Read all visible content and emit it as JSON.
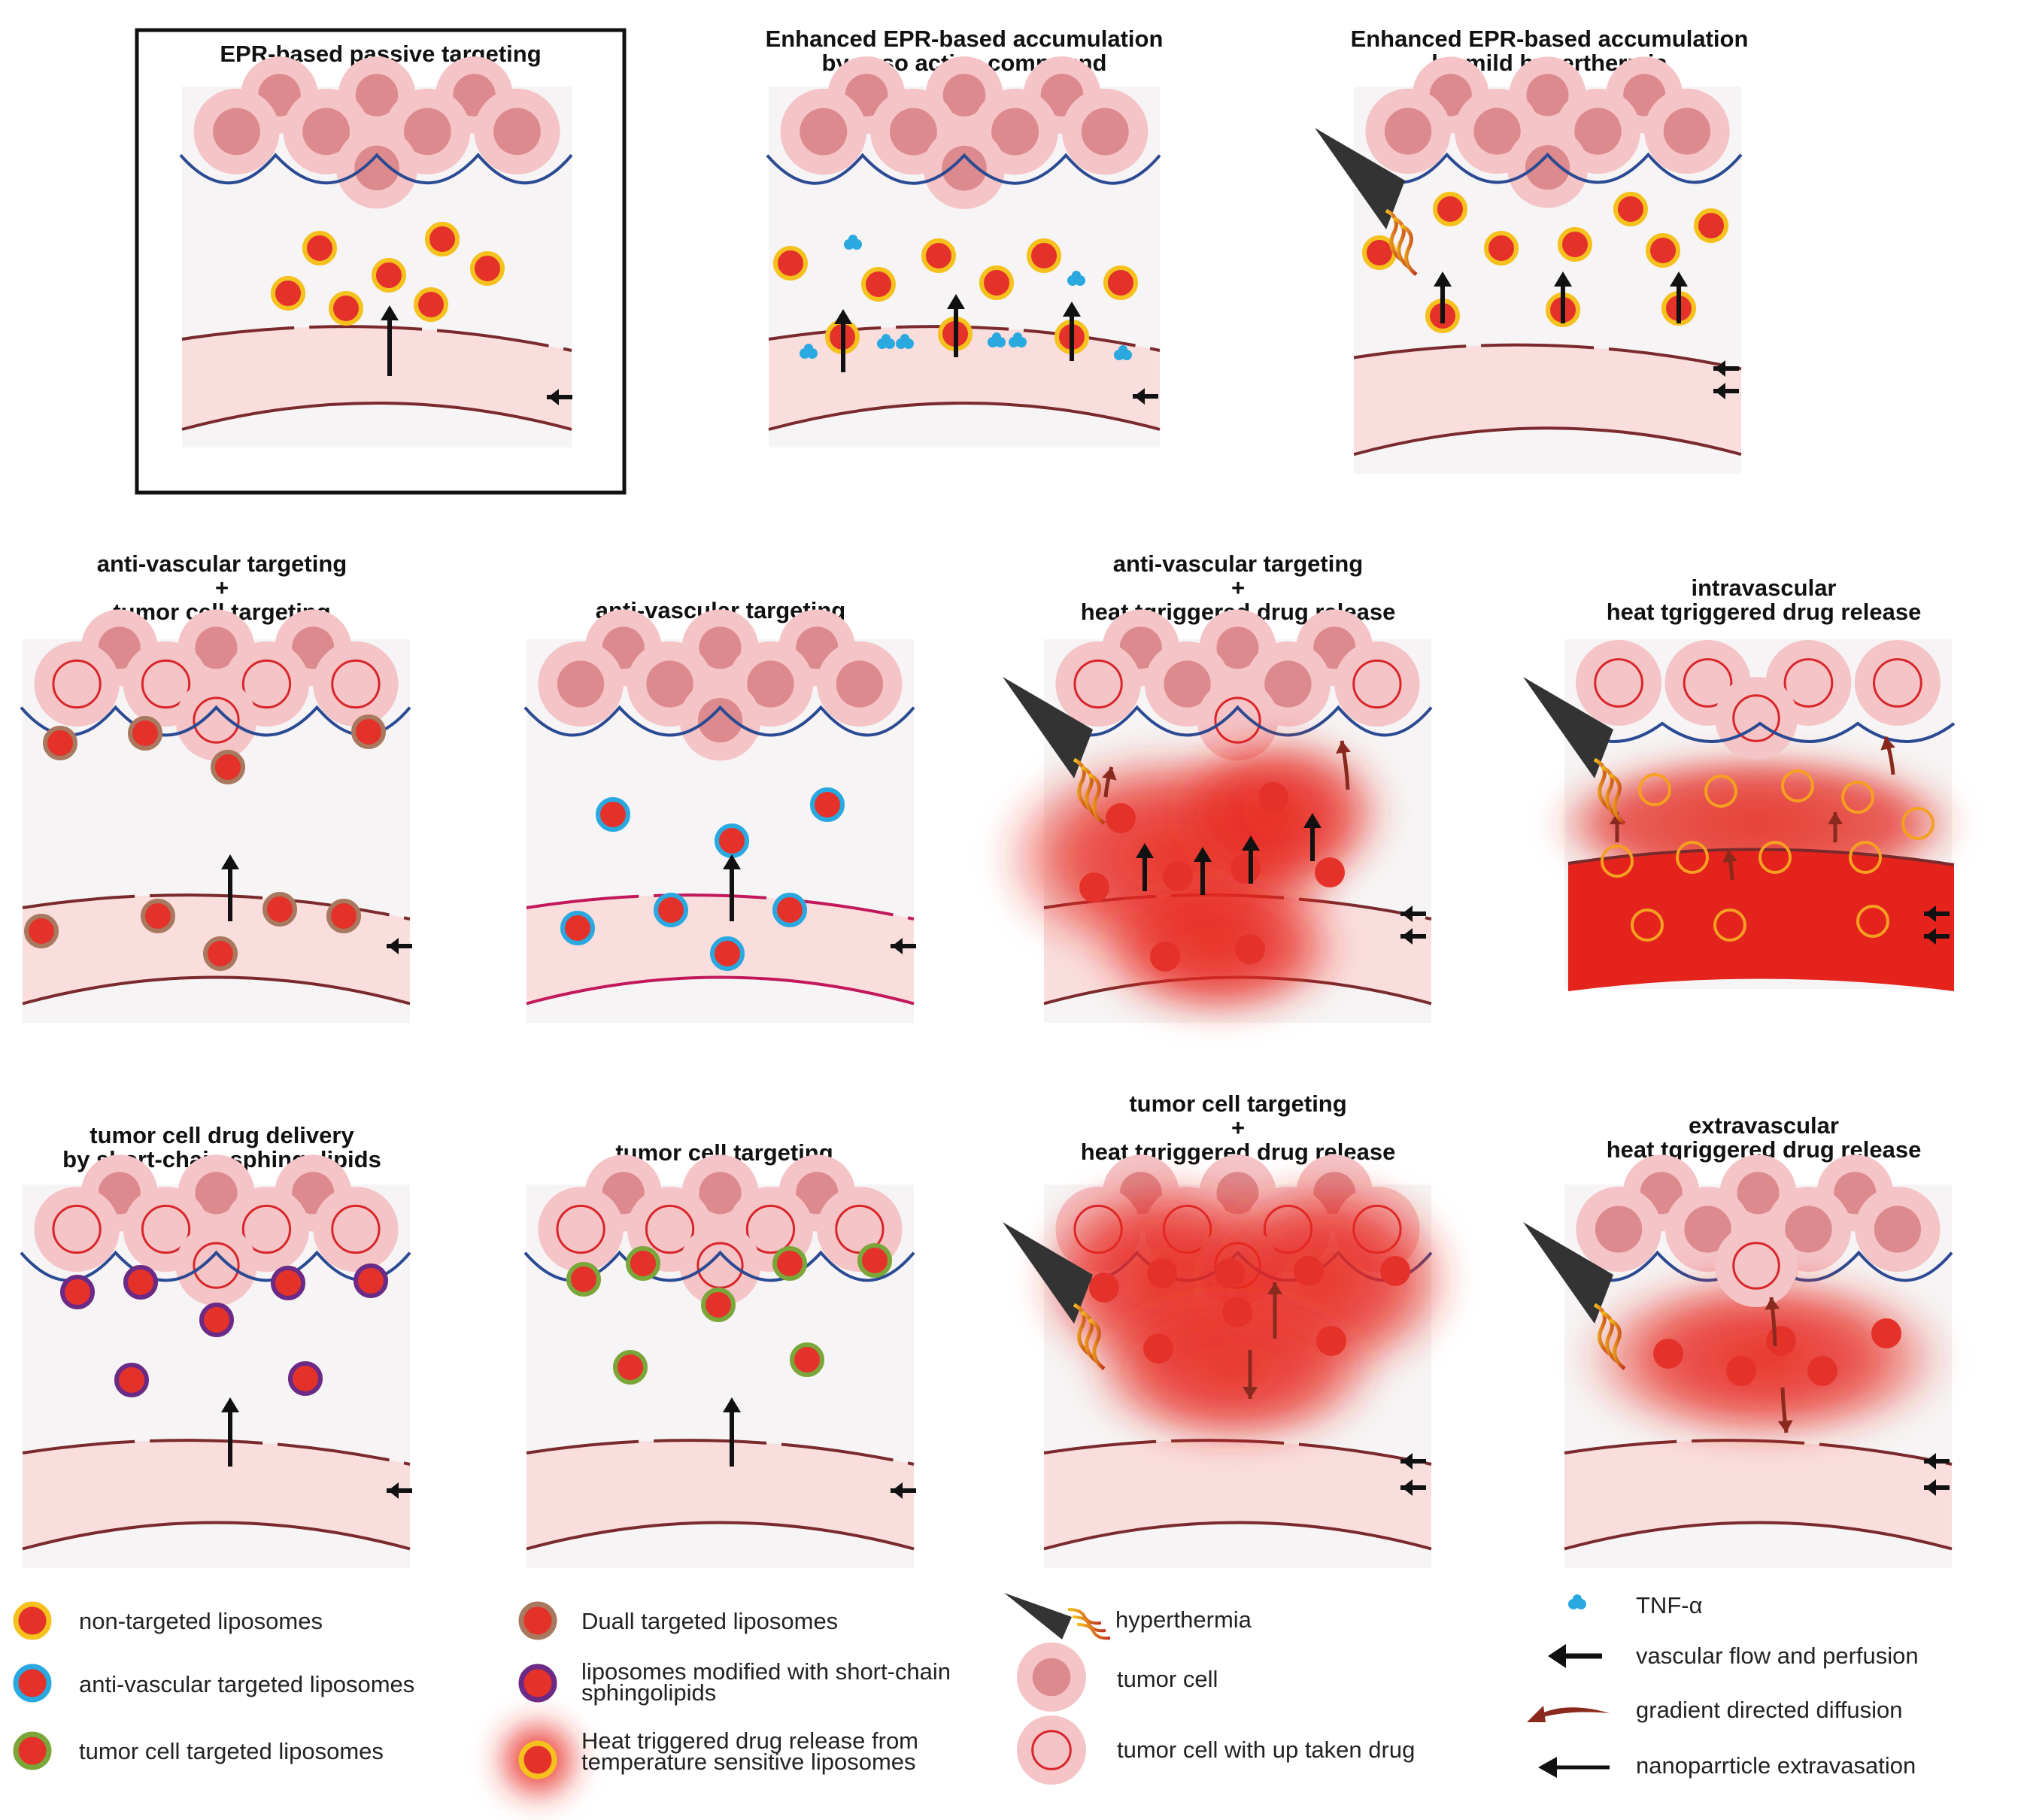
{
  "colors": {
    "cell_outer": "#f4c4c6",
    "cell_inner": "#dd8a8e",
    "membrane": "#2a4a93",
    "vessel_fill": "#f9dedd",
    "vessel_wall": "#7a2a2c",
    "lipo_fill": "#e4322b",
    "ring_non_targeted": "#f5c11c",
    "ring_anti_vascular": "#2aa8e0",
    "ring_tumor_cell": "#7aa63a",
    "ring_dual": "#a8785f",
    "ring_sphingolipid": "#6a2a86",
    "tnf": "#2aa8e0",
    "hyperthermia_cone": "#333333",
    "diffusion_arrow": "#8a2a1e",
    "glow": "#e8281e"
  },
  "panels": [
    {
      "id": "epr",
      "title_lines": [
        "EPR-based passive targeting"
      ],
      "highlighted": true
    },
    {
      "id": "vaso",
      "title_lines": [
        "Enhanced EPR-based accumulation",
        "by vaso active compound"
      ]
    },
    {
      "id": "mild-hyperthermia",
      "title_lines": [
        "Enhanced EPR-based accumulation",
        "by mild hyperthermia"
      ]
    },
    {
      "id": "anti-vascular-tumor",
      "title_lines": [
        "anti-vascular targeting",
        "+",
        "tumor cell targeting"
      ]
    },
    {
      "id": "anti-vascular",
      "title_lines": [
        "anti-vascular targeting"
      ]
    },
    {
      "id": "anti-vascular-heat",
      "title_lines": [
        "anti-vascular targeting",
        "+",
        "heat tgriggered drug release"
      ]
    },
    {
      "id": "intravascular",
      "title_lines": [
        "intravascular",
        "heat tgriggered drug release"
      ]
    },
    {
      "id": "sphingolipids",
      "title_lines": [
        "tumor cell drug delivery",
        "by short-chain sphingolipids"
      ]
    },
    {
      "id": "tumor-cell",
      "title_lines": [
        "tumor cell targeting"
      ]
    },
    {
      "id": "tumor-cell-heat",
      "title_lines": [
        "tumor cell targeting",
        "+",
        "heat tgriggered drug release"
      ]
    },
    {
      "id": "extravascular",
      "title_lines": [
        "extravascular",
        "heat tgriggered drug release"
      ]
    }
  ],
  "legend": [
    {
      "id": "non-targeted",
      "label_lines": [
        "non-targeted liposomes"
      ]
    },
    {
      "id": "anti-vascular-targeted",
      "label_lines": [
        "anti-vascular targeted liposomes"
      ]
    },
    {
      "id": "tumor-cell-targeted",
      "label_lines": [
        "tumor cell targeted liposomes"
      ]
    },
    {
      "id": "dual-targeted",
      "label_lines": [
        "Duall targeted liposomes"
      ]
    },
    {
      "id": "short-chain",
      "label_lines": [
        "liposomes modified with short-chain",
        "sphingolipids"
      ]
    },
    {
      "id": "heat-release",
      "label_lines": [
        "Heat triggered drug release from",
        "temperature sensitive liposomes"
      ]
    },
    {
      "id": "hyperthermia",
      "label_lines": [
        "hyperthermia"
      ]
    },
    {
      "id": "tumor-cell",
      "label_lines": [
        "tumor cell"
      ]
    },
    {
      "id": "tumor-cell-drug",
      "label_lines": [
        "tumor cell with up taken drug"
      ]
    },
    {
      "id": "tnf-alpha",
      "label_lines": [
        "TNF-α"
      ]
    },
    {
      "id": "vascular-flow",
      "label_lines": [
        "vascular flow and perfusion"
      ]
    },
    {
      "id": "gradient-diffusion",
      "label_lines": [
        "gradient directed diffusion"
      ]
    },
    {
      "id": "extravasation",
      "label_lines": [
        "nanoparrticle extravasation"
      ]
    }
  ]
}
